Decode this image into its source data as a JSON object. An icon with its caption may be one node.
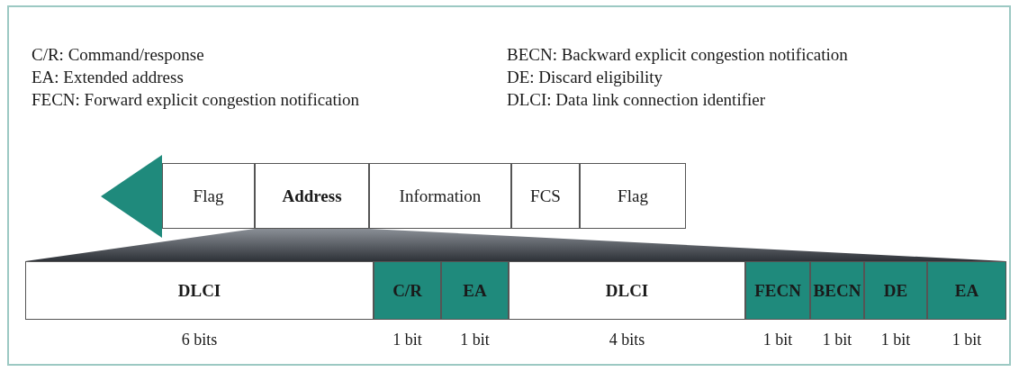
{
  "diagram": {
    "nodes": [
      {
        "text": [
          "Flag"
        ]
      },
      {
        "text": [
          "Address"
        ]
      },
      {
        "text": [
          "Information"
        ]
      },
      {
        "text": [
          "FCS"
        ]
      },
      {
        "text": [
          "Flag"
        ]
      },
      {
        "text": [
          "DLCI"
        ],
        "beside": [
          "6 bits"
        ]
      },
      {
        "text": [
          "C/R"
        ],
        "beside": [
          "1 bit"
        ]
      },
      {
        "text": [
          "EA"
        ],
        "beside": [
          "1 bit"
        ]
      },
      {
        "text": [
          "DLCI"
        ],
        "beside": [
          "4 bits"
        ]
      },
      {
        "text": [
          "FECN"
        ],
        "beside": [
          "1 bit"
        ]
      },
      {
        "text": [
          "BECN"
        ],
        "beside": [
          "1 bit"
        ]
      },
      {
        "text": [
          "DE"
        ],
        "beside": [
          "1 bit"
        ]
      },
      {
        "text": [
          "EA"
        ],
        "beside": [
          "1 bit"
        ]
      }
    ],
    "edges": [],
    "labels": [
      "C/R: Command/response",
      "BECN: Backward explicit congestion notification",
      "EA: Extended address",
      "DE: Discard eligibility",
      "FECN: Forward explicit congestion notification",
      "DLCI: Data link connection identifier"
    ]
  }
}
